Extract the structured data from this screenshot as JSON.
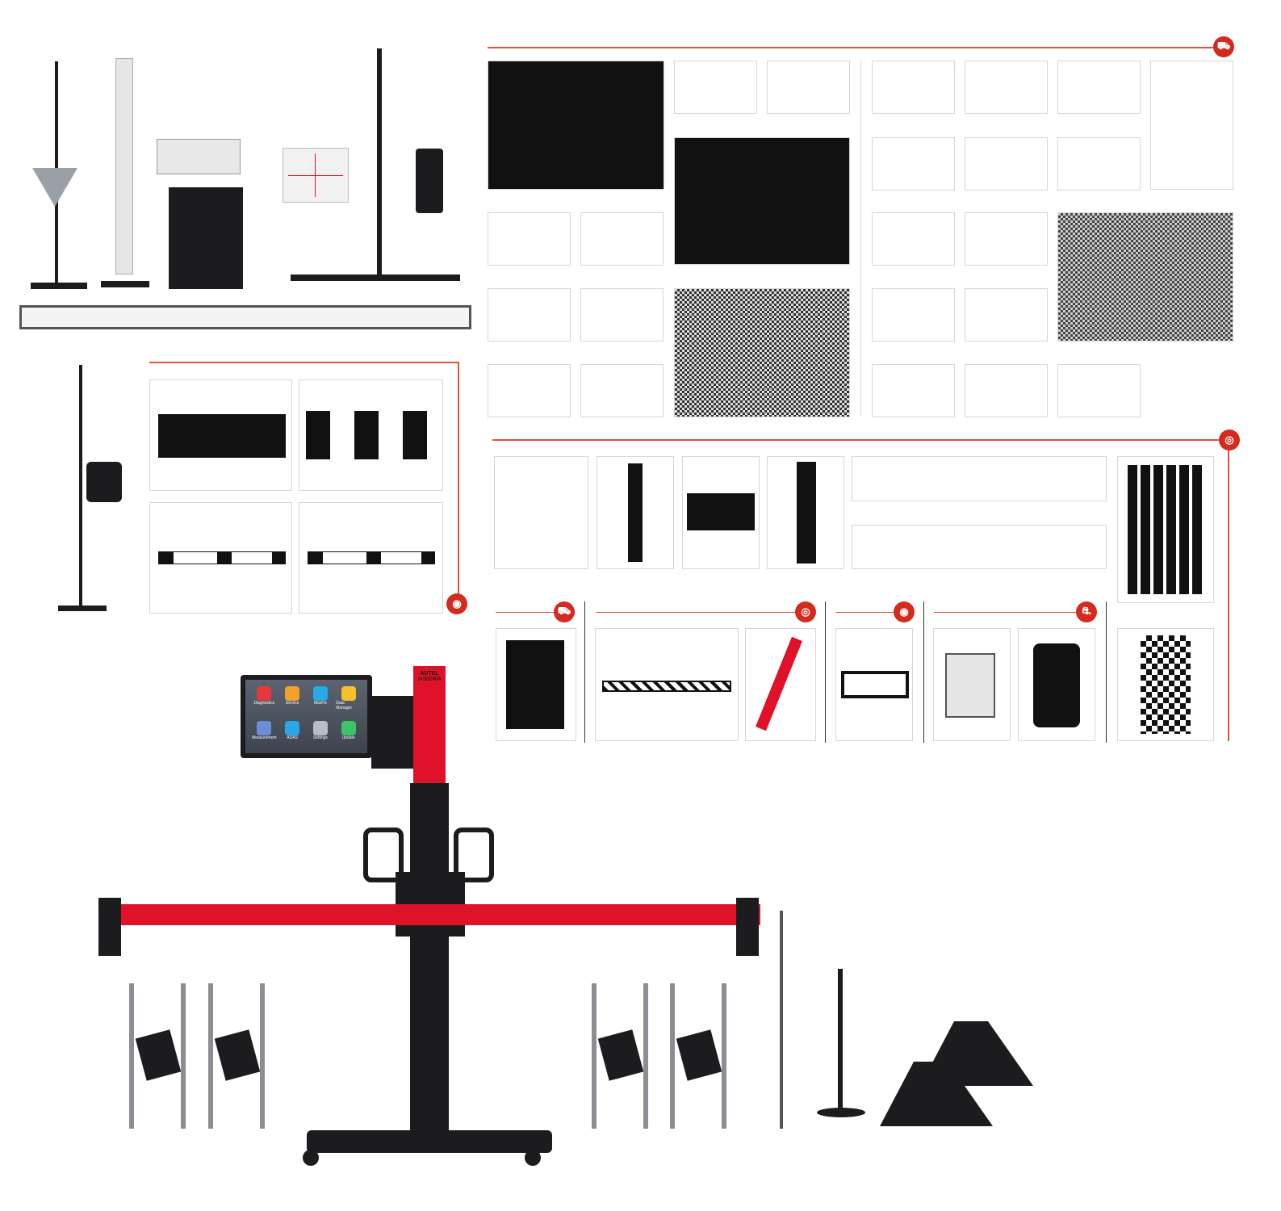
{
  "sections": {
    "top_targets_badge": "car-front",
    "mid_targets_badge": "radar",
    "left_targets_badge": "360-camera",
    "bottom_badges": [
      "car-front",
      "radar-car",
      "eye",
      "lane-car"
    ]
  },
  "tablet": {
    "apps": [
      {
        "label": "Diagnostics",
        "color": "#e23a3a"
      },
      {
        "label": "Service",
        "color": "#f2a12b"
      },
      {
        "label": "MaxFix",
        "color": "#29a9e6"
      },
      {
        "label": "Data Manager",
        "color": "#f2c12b"
      },
      {
        "label": "Measurement",
        "color": "#6a8fd8"
      },
      {
        "label": "ADAS",
        "color": "#2ba6e6"
      },
      {
        "label": "Settings",
        "color": "#b8bcc4"
      },
      {
        "label": "Update",
        "color": "#3cc46b"
      }
    ]
  },
  "frame": {
    "brand": "AUTEL",
    "model": "IA900WA"
  },
  "colors": {
    "accent": "#e0122a",
    "line": "#e0533a",
    "frame": "#1c1c1e"
  }
}
